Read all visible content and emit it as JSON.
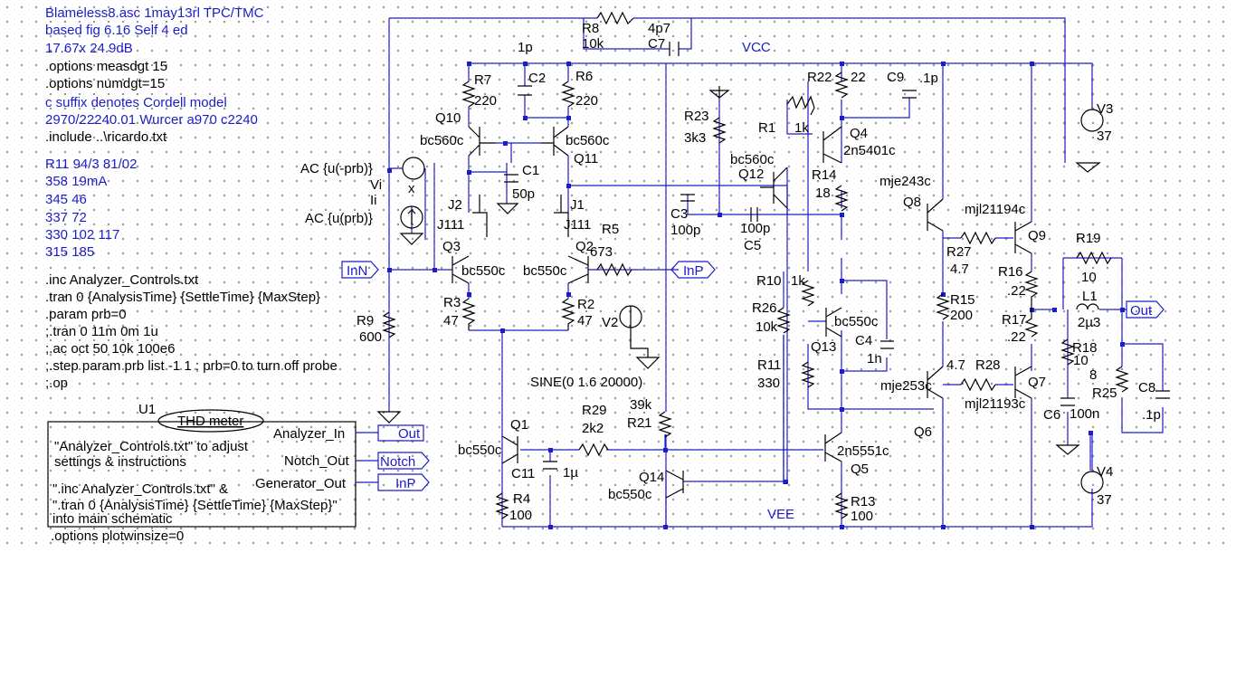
{
  "notes_blue": [
    "Blameless8.asc  1may13rl  TPC/TMC",
    "based fig 6.16 Self 4 ed",
    "17.67x 24.9dB",
    "c suffix denotes Cordell model",
    "2970/22240.01 Wurcer a970 c2240",
    "R11 94/3 81/02",
    "358  19mA",
    "345  46",
    "337  72",
    "330  102  117",
    "315  185"
  ],
  "directives": [
    ".options measdgt 15",
    ".options numdgt=15",
    ".include ..\\ricardo.txt",
    ".inc Analyzer_Controls.txt",
    ".tran 0 {AnalysisTime} {SettleTime} {MaxStep}",
    ".param prb=0",
    ";.tran 0 11m 0m 1u",
    ";.ac oct 50 10k 100e6",
    ";.step param prb list -1 1 ; prb=0 to turn off probe",
    ";.op",
    ".options plotwinsize=0"
  ],
  "box": {
    "ref": "U1",
    "title": "THD meter",
    "lines": [
      "\"Analyzer_Controls.txt\" to adjust",
      "  settings & instructions",
      "\".inc Analyzer_Controls.txt\" &",
      "\".tran 0 {AnalysisTime} {SettleTime} {MaxStep}\"",
      "    into main schematic"
    ],
    "pins": [
      "Analyzer_In",
      "Notch_Out",
      "Generator_Out"
    ]
  },
  "flags": {
    "inn": "InN",
    "inp_right": "InP",
    "out_box": "Out",
    "notch": "Notch",
    "inp_box": "InP",
    "out_main": "Out"
  },
  "nets": {
    "vcc": "VCC",
    "vee": "VEE"
  },
  "labels": [
    "R8",
    "10k",
    "4p7",
    "C7",
    "1p",
    "R7",
    "220",
    "C2",
    "R6",
    "220",
    "Q10",
    "bc560c",
    "bc560c",
    "Q11",
    "C1",
    "50p",
    "J2",
    "J111",
    "J1",
    "J111",
    "R5",
    "Q3",
    "Q2",
    "673",
    "bc550c",
    "bc550c",
    "R3",
    "47",
    "R2",
    "47",
    "R9",
    "600",
    "AC {u(-prb)}",
    "Vi",
    "Ii",
    "AC {u(prb)}",
    "x",
    "R23",
    "3k3",
    "C3",
    "100p",
    "100p",
    "C5",
    "bc560c",
    "Q12",
    "R22",
    "22",
    "C9",
    ".1p",
    "R1",
    "1k",
    "Q4",
    "2n5401c",
    "R14",
    "18",
    "mje243c",
    "Q8",
    "mjl21194c",
    "Q9",
    "R27",
    "4.7",
    "R15",
    "200",
    "R16",
    ".22",
    "R17",
    ".22",
    "R19",
    "10",
    "L1",
    "2µ3",
    "R18",
    "10",
    "8",
    "R25",
    "C8",
    ".1p",
    "C6",
    "100n",
    "V3",
    "37",
    "V4",
    "37",
    "R10",
    "1k",
    "R26",
    "10k",
    "bc550c",
    "Q13",
    "C4",
    "1n",
    "R11",
    "330",
    "4.7",
    "R28",
    "mje253c",
    "mjl21193c",
    "Q7",
    "Q6",
    "V2",
    "SINE(0 1.6 20000)",
    "R29",
    "2k2",
    "39k",
    "R21",
    "Q1",
    "bc550c",
    "C11",
    "1µ",
    "Q14",
    "bc550c",
    "R4",
    "100",
    "2n5551c",
    "Q5",
    "R13",
    "100"
  ]
}
